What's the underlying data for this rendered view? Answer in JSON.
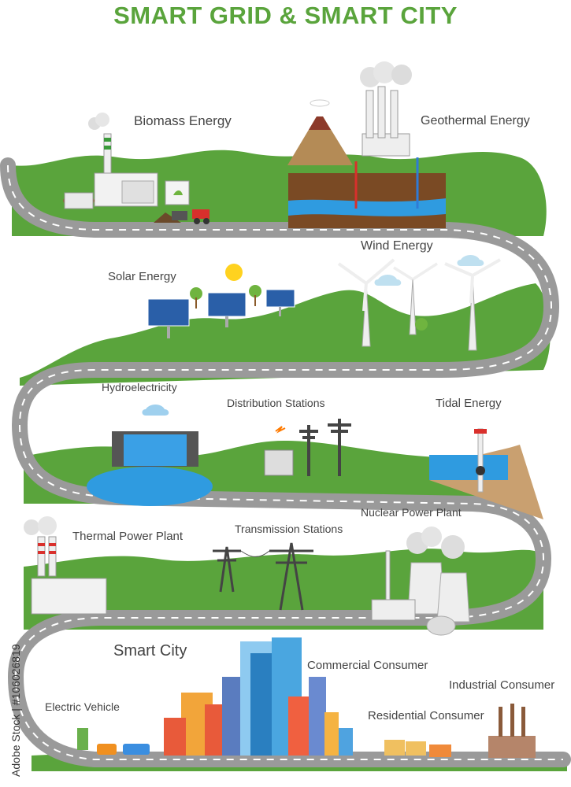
{
  "title": "SMART GRID & SMART CITY",
  "labels": {
    "biomass": "Biomass Energy",
    "geothermal": "Geothermal Energy",
    "solar": "Solar Energy",
    "wind": "Wind Energy",
    "hydro": "Hydroelectricity",
    "distribution": "Distribution Stations",
    "tidal": "Tidal Energy",
    "thermal": "Thermal Power Plant",
    "transmission": "Transmission Stations",
    "nuclear": "Nuclear Power Plant",
    "smart_city": "Smart City",
    "commercial": "Commercial Consumer",
    "industrial": "Industrial Consumer",
    "ev": "Electric Vehicle",
    "residential": "Residential Consumer"
  },
  "watermark": "Adobe Stock | #106026819",
  "colors": {
    "title": "#5aa43c",
    "grass": "#5aa43c",
    "road": "#9a9a9a",
    "road_line": "#ffffff",
    "water": "#2f9be0",
    "sky_panel": "#2a5fa8"
  }
}
